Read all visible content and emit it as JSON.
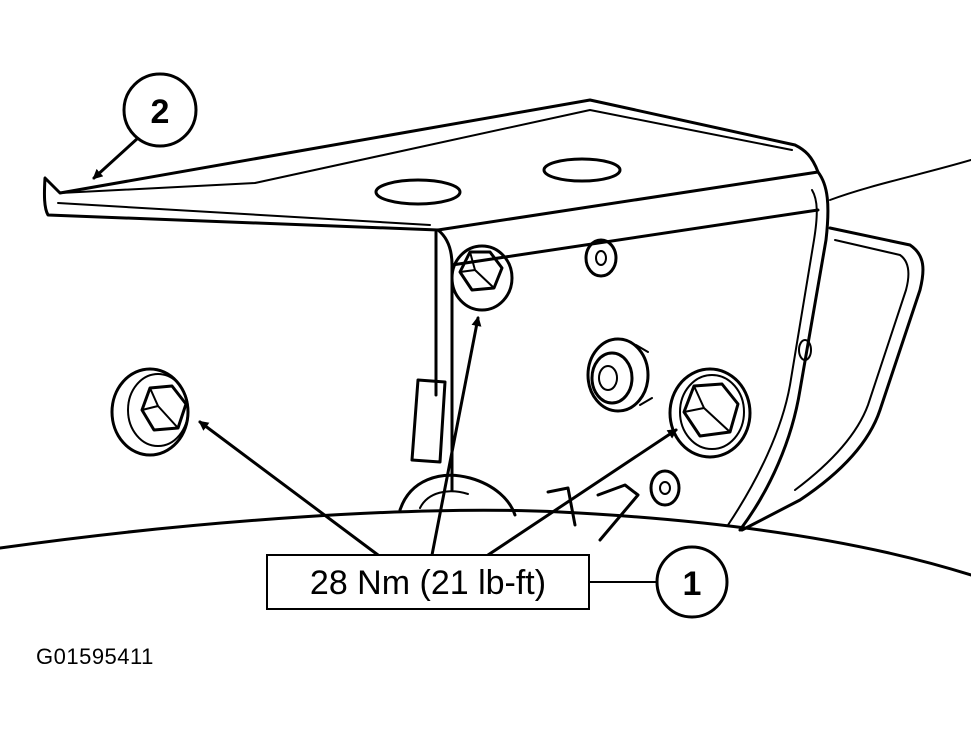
{
  "callouts": {
    "one": "1",
    "two": "2"
  },
  "torque_spec": "28 Nm (21 lb-ft)",
  "figure_id": "G01595411"
}
